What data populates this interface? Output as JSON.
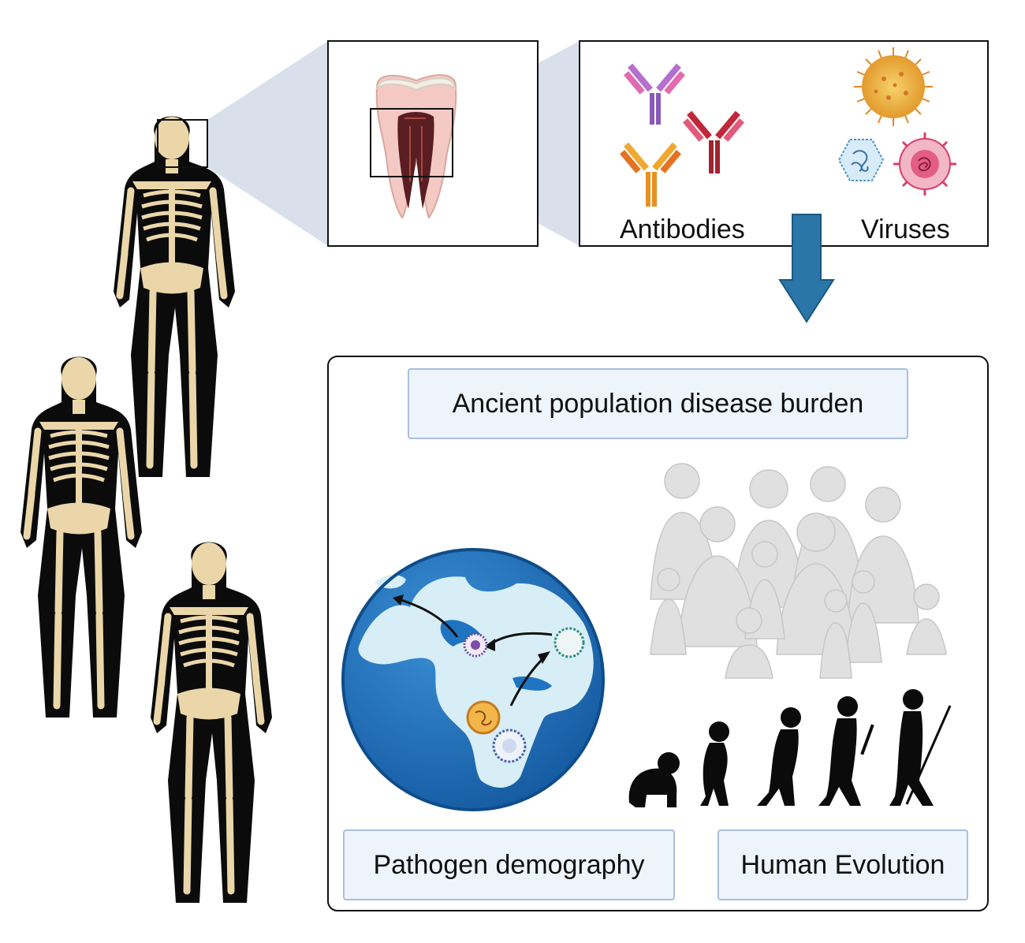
{
  "labels": {
    "antibodies": "Antibodies",
    "viruses": "Viruses",
    "disease_burden": "Ancient population disease burden",
    "pathogen_demography": "Pathogen demography",
    "human_evolution": "Human Evolution"
  },
  "colors": {
    "zoom_wedge": "#d9dfeb",
    "flow_arrow": "#2a76a8",
    "label_fill": "#eef4fb",
    "label_border": "#a9bfe0",
    "bone": "#ead6a8",
    "body": "#0b0b0b",
    "ocean": "#1f74c2",
    "land": "#d7eef7"
  }
}
